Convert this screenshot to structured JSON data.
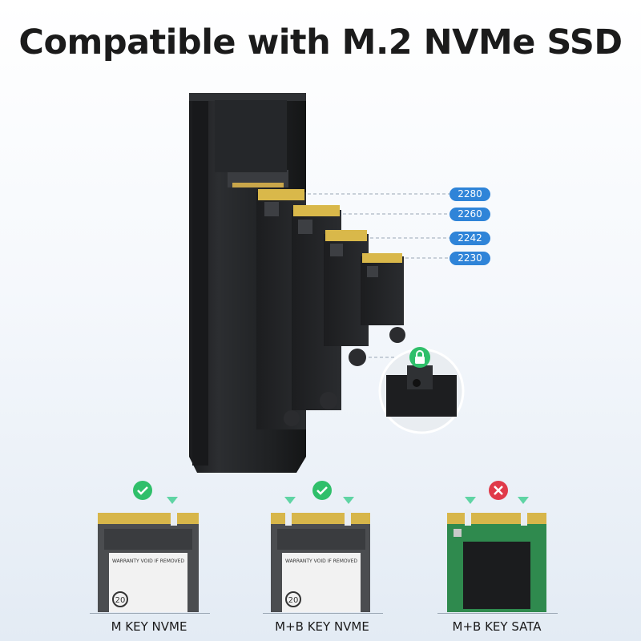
{
  "title": "Compatible with M.2 NVMe SSD",
  "sizes": [
    "2280",
    "2260",
    "2242",
    "2230"
  ],
  "cards": [
    {
      "label": "M KEY NVME",
      "status": "check",
      "status_icon": "check-circle-icon"
    },
    {
      "label": "M+B KEY NVME",
      "status": "check",
      "status_icon": "check-circle-icon"
    },
    {
      "label": "M+B KEY SATA",
      "status": "cross",
      "status_icon": "x-circle-icon"
    }
  ],
  "ssd_sticker": {
    "warranty": "WARRANTY VOID IF REMOVED",
    "number": "20"
  },
  "colors": {
    "accent_blue": "#2f84d8",
    "check_green": "#2fbf6a",
    "cross_red": "#e03a4a",
    "notch_green": "#5fd4a4",
    "enclosure": "#232527"
  }
}
